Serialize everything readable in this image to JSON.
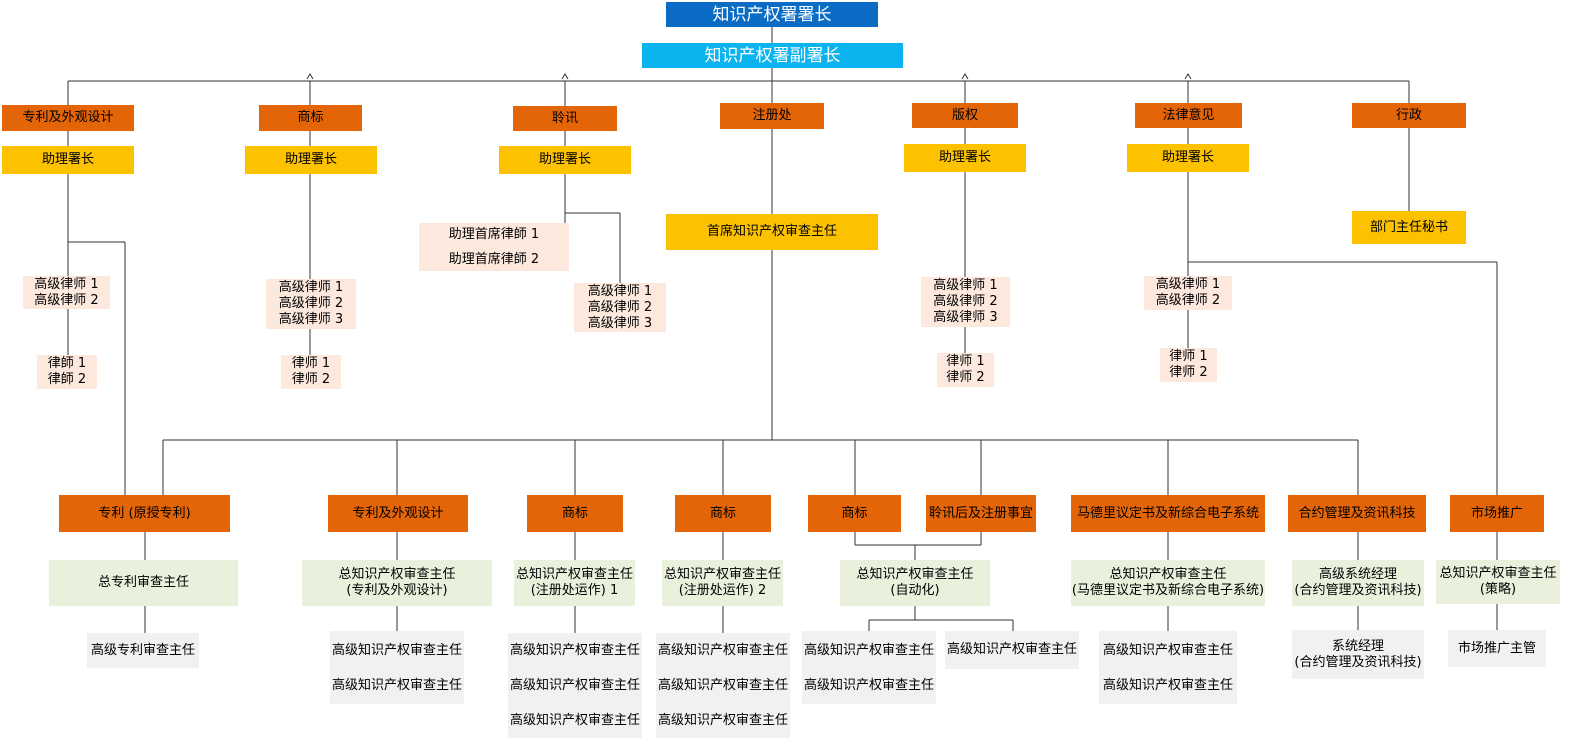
{
  "top": {
    "director": "知识产权署署长",
    "deputy": "知识产权署副署长"
  },
  "divisions": {
    "patents": {
      "head": "专利及外观设计",
      "assistant": "助理署长",
      "senior": [
        "高级律师 1",
        "高级律师 2"
      ],
      "lawyers": [
        "律師 1",
        "律師 2"
      ]
    },
    "trademarks": {
      "head": "商标",
      "assistant": "助理署长",
      "senior": [
        "高级律师 1",
        "高级律师 2",
        "高级律师 3"
      ],
      "lawyers": [
        "律师 1",
        "律师 2"
      ]
    },
    "hearings": {
      "head": "聆讯",
      "assistant": "助理署长",
      "chief": [
        "助理首席律師 1",
        "助理首席律師 2"
      ],
      "senior": [
        "高级律师 1",
        "高级律师 2",
        "高级律师 3"
      ]
    },
    "registry": {
      "head": "注册处",
      "chief": "首席知识产权审查主任"
    },
    "copyright": {
      "head": "版权",
      "assistant": "助理署长",
      "senior": [
        "高级律师 1",
        "高级律师 2",
        "高级律师 3"
      ],
      "lawyers": [
        "律师 1",
        "律师 2"
      ]
    },
    "legal": {
      "head": "法律意见",
      "assistant": "助理署长",
      "senior": [
        "高级律师 1",
        "高级律师 2"
      ],
      "lawyers": [
        "律师 1",
        "律师 2"
      ]
    },
    "admin": {
      "head": "行政",
      "secretary": "部门主任秘书"
    }
  },
  "registry_units": [
    {
      "head": "专利 (原授专利)",
      "chief": [
        "总专利审查主任"
      ],
      "staff": [
        "高级专利审查主任"
      ]
    },
    {
      "head": "专利及外观设计",
      "chief": [
        "总知识产权审查主任",
        "(专利及外观设计)"
      ],
      "staff": [
        "高级知识产权审查主任",
        "高级知识产权审查主任"
      ]
    },
    {
      "head": "商标",
      "chief": [
        "总知识产权审查主任",
        "(注册处运作) 1"
      ],
      "staff": [
        "高级知识产权审查主任",
        "高级知识产权审查主任",
        "高级知识产权审查主任"
      ]
    },
    {
      "head": "商标",
      "chief": [
        "总知识产权审查主任",
        "(注册处运作) 2"
      ],
      "staff": [
        "高级知识产权审查主任",
        "高级知识产权审查主任",
        "高级知识产权审查主任"
      ]
    },
    {
      "head": "商标",
      "head2": "聆讯后及注册事宜",
      "chief": [
        "总知识产权审查主任",
        "(自动化)"
      ],
      "staff": [
        "高级知识产权审查主任",
        "高级知识产权审查主任"
      ],
      "staff2": [
        "高级知识产权审查主任"
      ]
    },
    {
      "head": "马德里议定书及新综合电子系统",
      "chief": [
        "总知识产权审查主任",
        "(马德里议定书及新综合电子系统)"
      ],
      "staff": [
        "高级知识产权审查主任",
        "高级知识产权审查主任"
      ]
    },
    {
      "head": "合约管理及资讯科技",
      "chief": [
        "高级系统经理",
        "(合约管理及资讯科技)"
      ],
      "staff": [
        "系统经理",
        "(合约管理及资讯科技)"
      ]
    },
    {
      "head": "市场推广",
      "chief": [
        "总知识产权审查主任",
        "(策略)"
      ],
      "staff": [
        "市场推广主管"
      ]
    }
  ]
}
